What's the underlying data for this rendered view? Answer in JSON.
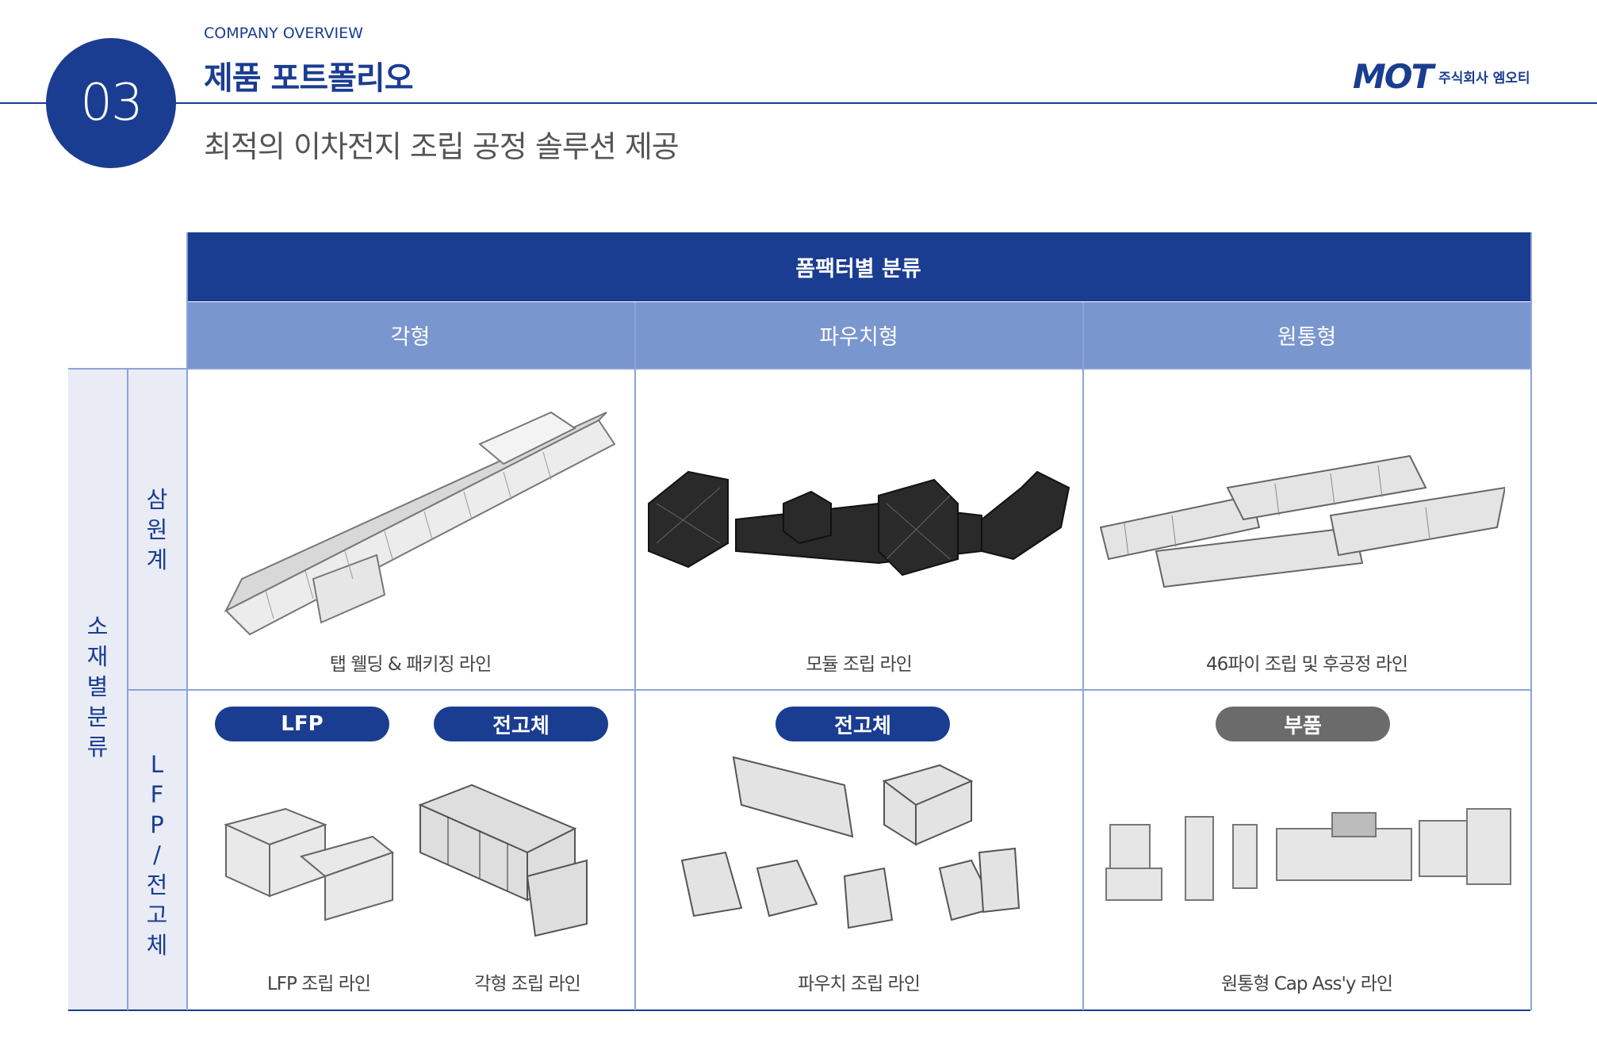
{
  "header": {
    "section_number": "03",
    "overview": "COMPANY OVERVIEW",
    "title": "제품 포트폴리오",
    "subtitle": "최적의 이차전지 조립 공정 솔루션 제공",
    "logo_mark": "MOT",
    "logo_text": "주식회사 엠오티"
  },
  "table": {
    "form_factor_header": "폼팩터별 분류",
    "columns": [
      "각형",
      "파우치형",
      "원통형"
    ],
    "material_header": "소재별 분류",
    "rows": [
      "삼원계",
      "LFP/전고체"
    ],
    "cells": {
      "r1c1_caption": "탭 웰딩 & 패키징 라인",
      "r1c2_caption": "모듈 조립 라인",
      "r1c3_caption": "46파이 조립 및 후공정 라인",
      "r2c1_pill_a": "LFP",
      "r2c1_pill_b": "전고체",
      "r2c1_caption_a": "LFP 조립 라인",
      "r2c1_caption_b": "각형 조립 라인",
      "r2c2_pill": "전고체",
      "r2c2_caption": "파우치 조립 라인",
      "r2c3_pill": "부품",
      "r2c3_caption": "원통형 Cap Ass'y 라인"
    }
  },
  "colors": {
    "primary": "#1a3d91",
    "column_header": "#7a96ce",
    "row_header_bg": "#e9ecf4",
    "pill_gray": "#6b6b6b"
  }
}
